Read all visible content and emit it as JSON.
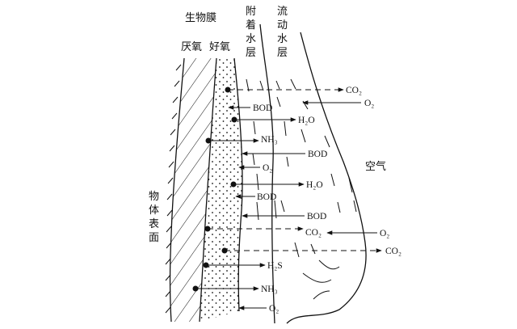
{
  "headers": {
    "biofilm": "生物膜",
    "anaerobic": "厌氧",
    "aerobic": "好氧",
    "attached_water": [
      "附",
      "着",
      "水",
      "层"
    ],
    "flowing_water": [
      "流",
      "动",
      "水",
      "层"
    ],
    "air": "空气",
    "surface": [
      "物",
      "体",
      "表",
      "面"
    ]
  },
  "species": {
    "co2_1": "CO₂",
    "o2_1": "O₂",
    "bod_1": "BOD",
    "h2o_1": "H₂O",
    "nh3_1": "NH₃",
    "bod_2": "BOD",
    "o2_2": "O₂",
    "h2o_2": "H₂O",
    "bod_3": "BOD",
    "bod_4": "BOD",
    "co2_2": "CO₂",
    "o2_3": "O₂",
    "co2_3": "CO₂",
    "h2s": "H₂S",
    "nh3_2": "NH₃",
    "o2_4": "O₂"
  }
}
